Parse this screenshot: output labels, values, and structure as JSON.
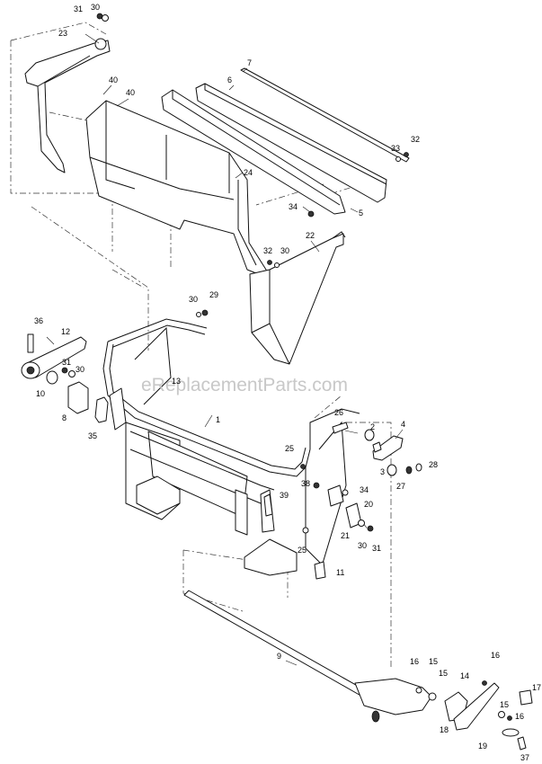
{
  "watermark": "eReplacementParts.com",
  "callouts": [
    {
      "id": "c31a",
      "text": "31"
    },
    {
      "id": "c30a",
      "text": "30"
    },
    {
      "id": "c23",
      "text": "23"
    },
    {
      "id": "c40a",
      "text": "40"
    },
    {
      "id": "c40b",
      "text": "40"
    },
    {
      "id": "c7",
      "text": "7"
    },
    {
      "id": "c6",
      "text": "6"
    },
    {
      "id": "c32a",
      "text": "32"
    },
    {
      "id": "c33",
      "text": "33"
    },
    {
      "id": "c24",
      "text": "24"
    },
    {
      "id": "c34a",
      "text": "34"
    },
    {
      "id": "c5",
      "text": "5"
    },
    {
      "id": "c22",
      "text": "22"
    },
    {
      "id": "c32b",
      "text": "32"
    },
    {
      "id": "c30b",
      "text": "30"
    },
    {
      "id": "c30c",
      "text": "30"
    },
    {
      "id": "c29",
      "text": "29"
    },
    {
      "id": "c36",
      "text": "36"
    },
    {
      "id": "c12",
      "text": "12"
    },
    {
      "id": "c31b",
      "text": "31"
    },
    {
      "id": "c30d",
      "text": "30"
    },
    {
      "id": "c10",
      "text": "10"
    },
    {
      "id": "c13",
      "text": "13"
    },
    {
      "id": "c8",
      "text": "8"
    },
    {
      "id": "c1",
      "text": "1"
    },
    {
      "id": "c26",
      "text": "26"
    },
    {
      "id": "c2",
      "text": "2"
    },
    {
      "id": "c4",
      "text": "4"
    },
    {
      "id": "c35",
      "text": "35"
    },
    {
      "id": "c25a",
      "text": "25"
    },
    {
      "id": "c3",
      "text": "3"
    },
    {
      "id": "c28",
      "text": "28"
    },
    {
      "id": "c27",
      "text": "27"
    },
    {
      "id": "c38",
      "text": "38"
    },
    {
      "id": "c34b",
      "text": "34"
    },
    {
      "id": "c39",
      "text": "39"
    },
    {
      "id": "c20",
      "text": "20"
    },
    {
      "id": "c21",
      "text": "21"
    },
    {
      "id": "c25b",
      "text": "25"
    },
    {
      "id": "c30e",
      "text": "30"
    },
    {
      "id": "c31c",
      "text": "31"
    },
    {
      "id": "c11",
      "text": "11"
    },
    {
      "id": "c9",
      "text": "9"
    },
    {
      "id": "c16a",
      "text": "16"
    },
    {
      "id": "c15a",
      "text": "15"
    },
    {
      "id": "c14",
      "text": "14"
    },
    {
      "id": "c16b",
      "text": "16"
    },
    {
      "id": "c15b",
      "text": "15"
    },
    {
      "id": "c17",
      "text": "17"
    },
    {
      "id": "c15c",
      "text": "15"
    },
    {
      "id": "c16c",
      "text": "16"
    },
    {
      "id": "c18",
      "text": "18"
    },
    {
      "id": "c19",
      "text": "19"
    },
    {
      "id": "c37",
      "text": "37"
    }
  ]
}
